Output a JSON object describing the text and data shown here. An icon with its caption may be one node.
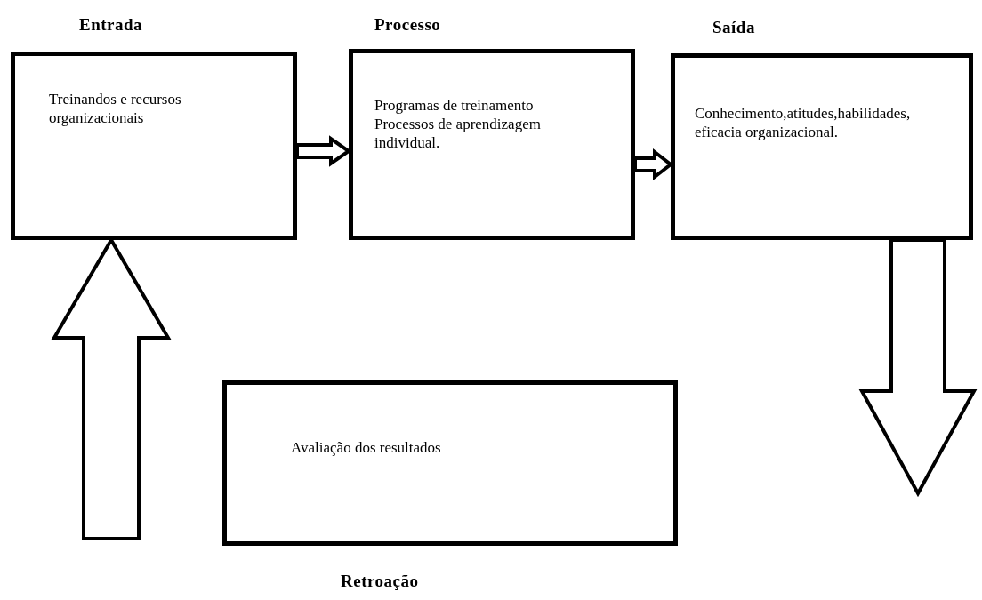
{
  "diagram": {
    "nodes": [
      {
        "text": [
          "Entrada",
          "Treinandos e recursos organizacionais"
        ]
      },
      {
        "text": [
          "Processo",
          "Programas de treinamento Processos de aprendizagem individual."
        ]
      },
      {
        "text": [
          "Saída",
          "Conhecimento,atitudes,habilidades, eficacia organizacional."
        ]
      },
      {
        "text": [
          "Avaliação dos resultados",
          "Retroação"
        ]
      }
    ],
    "edges": [
      {
        "from": 0,
        "to": 1,
        "arrow": "to"
      },
      {
        "from": 1,
        "to": 2,
        "arrow": "to"
      },
      {
        "from": 2,
        "to": null,
        "arrow": "to"
      },
      {
        "from": null,
        "to": 0,
        "arrow": "to"
      }
    ]
  }
}
